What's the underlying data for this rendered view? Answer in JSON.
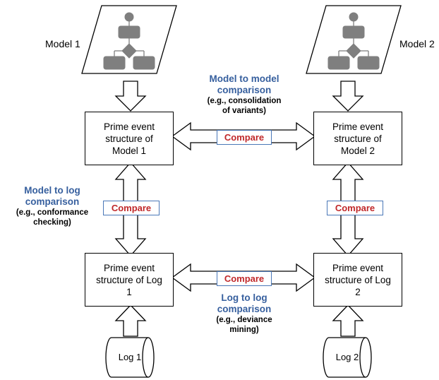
{
  "models": {
    "model1_label": "Model 1",
    "model2_label": "Model 2"
  },
  "boxes": {
    "pes_model1": "Prime event structure of Model 1",
    "pes_model2": "Prime event structure of Model 2",
    "pes_log1": "Prime event structure of Log 1",
    "pes_log2": "Prime event structure of Log 2"
  },
  "compare_labels": {
    "top": "Compare",
    "left": "Compare",
    "right": "Compare",
    "bottom": "Compare"
  },
  "annotations": {
    "m2m_heading_1": "Model to model",
    "m2m_heading_2": "comparison",
    "m2m_sub_1": "(e.g., consolidation",
    "m2m_sub_2": "of variants)",
    "m2l_heading_1": "Model to log",
    "m2l_heading_2": "comparison",
    "m2l_sub_1": "(e.g., conformance",
    "m2l_sub_2": "checking)",
    "l2l_heading_1": "Log to log",
    "l2l_heading_2": "comparison",
    "l2l_sub_1": "(e.g., deviance",
    "l2l_sub_2": "mining)"
  },
  "logs": {
    "log1": "Log 1",
    "log2": "Log 2"
  },
  "colors": {
    "heading_blue": "#365f9e",
    "compare_red": "#c0282a",
    "compare_border": "#4a78b8",
    "process_gray": "#7f7f7f"
  }
}
